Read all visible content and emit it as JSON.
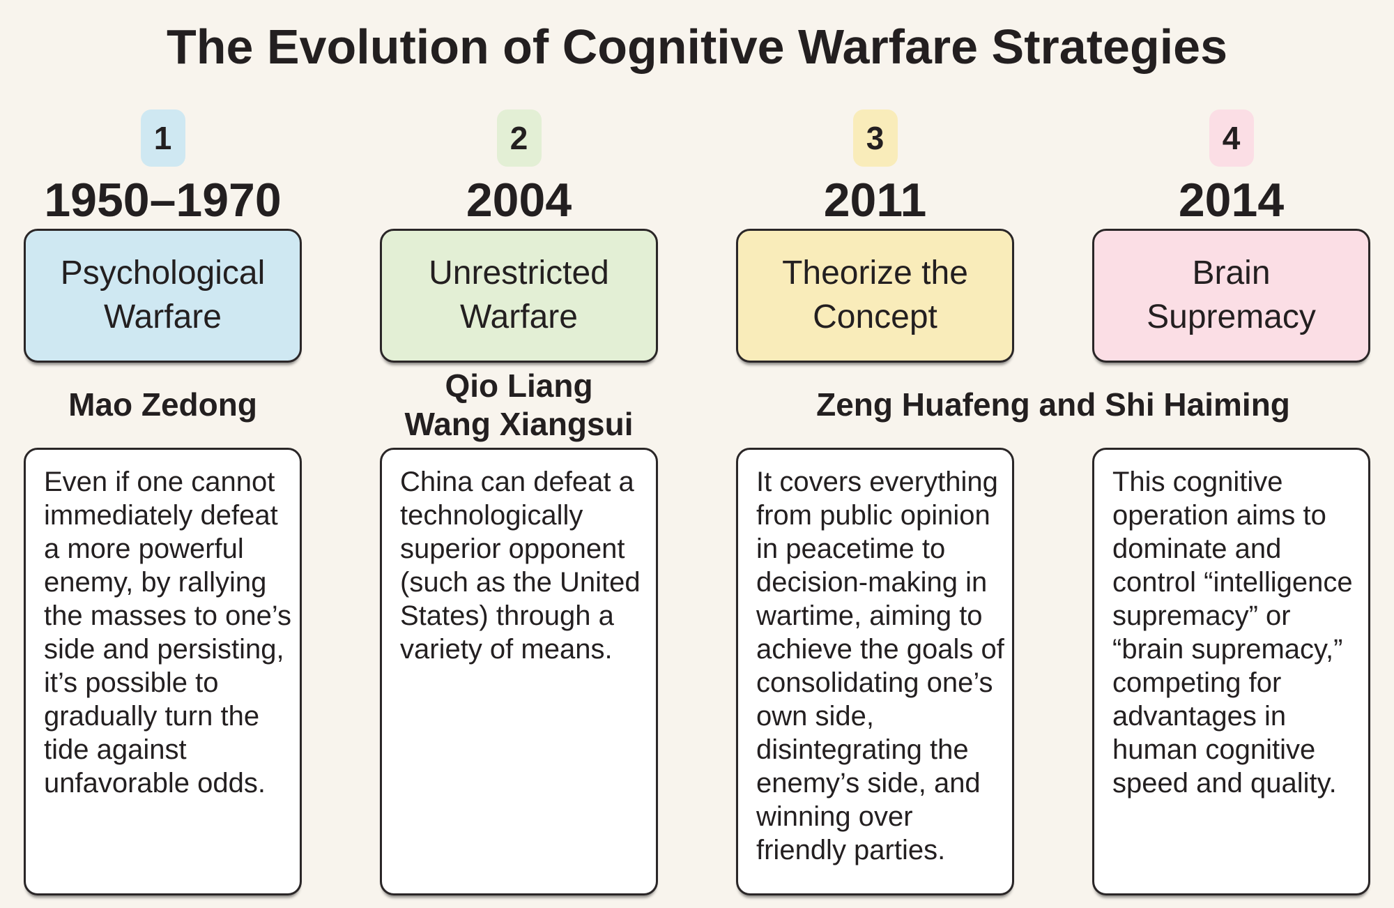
{
  "page": {
    "title": "The Evolution of Cognitive Warfare Strategies",
    "background": "#f8f4ed",
    "text_color": "#231f20",
    "border_color": "#2a2627"
  },
  "shared_author": "Zeng Huafeng and Shi Haiming",
  "columns": [
    {
      "number": "1",
      "color": "#cfe8f2",
      "period": "1950–1970",
      "strategy": "Psychological\nWarfare",
      "author": "Mao Zedong",
      "quote": "Even if one cannot\nimmediately defeat\na more powerful\nenemy, by rallying\nthe masses to one’s\nside and persisting,\nit’s possible to\ngradually turn the\ntide against\nunfavorable odds."
    },
    {
      "number": "2",
      "color": "#e3efd5",
      "period": "2004",
      "strategy": "Unrestricted\nWarfare",
      "author": "Qio Liang\nWang Xiangsui",
      "quote": "China can defeat a\ntechnologically\nsuperior opponent\n(such as the United\nStates) through a\nvariety of means."
    },
    {
      "number": "3",
      "color": "#f9ecba",
      "period": "2011",
      "strategy": "Theorize the\nConcept",
      "quote": "It covers everything\nfrom public opinion\nin peacetime to\ndecision-making in\nwartime, aiming to\nachieve the goals of\nconsolidating one’s\nown side,\ndisintegrating the\nenemy’s side, and\nwinning over\nfriendly parties."
    },
    {
      "number": "4",
      "color": "#fbdee5",
      "period": "2014",
      "strategy": "Brain\nSupremacy",
      "quote": "This cognitive\noperation aims to\ndominate and\ncontrol “intelligence\nsupremacy” or\n“brain supremacy,”\ncompeting for\nadvantages in\nhuman cognitive\nspeed and quality."
    }
  ]
}
